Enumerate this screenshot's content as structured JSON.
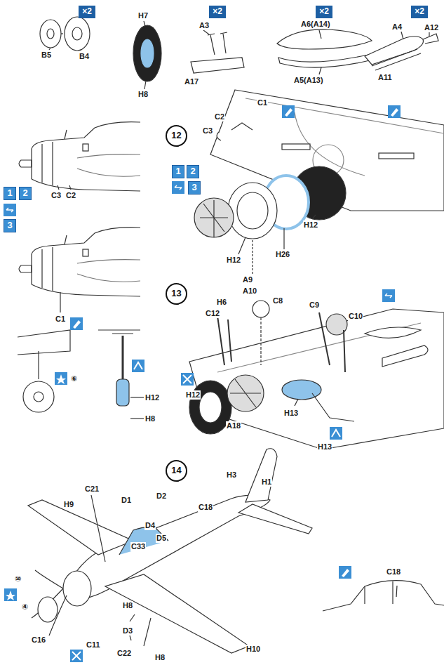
{
  "diagram": {
    "nodes": [
      {
        "text": [
          "×2"
        ]
      },
      {
        "text": [
          "×2"
        ]
      },
      {
        "text": [
          "×2"
        ]
      },
      {
        "text": [
          "×2"
        ]
      },
      {
        "text": [
          "1"
        ]
      },
      {
        "text": [
          "2"
        ]
      },
      {
        "text": [
          "3"
        ]
      },
      {
        "text": [
          "12"
        ]
      },
      {
        "text": [
          "1"
        ]
      },
      {
        "text": [
          "2"
        ]
      },
      {
        "text": [
          "3"
        ]
      },
      {
        "text": [
          "13"
        ]
      },
      {
        "text": [
          "14"
        ]
      }
    ],
    "labels": [
      "B5",
      "B4",
      "H7",
      "H8",
      "A3",
      "A17",
      "A6(A14)",
      "A5(A13)",
      "A4",
      "A12",
      "A11",
      "C2",
      "C3",
      "C1",
      "H12",
      "H26",
      "H12",
      "A9",
      "A10",
      "C3",
      "C2",
      "C1",
      "⑥",
      "H12",
      "H8",
      "C12",
      "H6",
      "C8",
      "C9",
      "C10",
      "H12",
      "A18",
      "H13",
      "H13",
      "C21",
      "D1",
      "D2",
      "H3",
      "C18",
      "H1",
      "H9",
      "D4",
      "D5",
      "C33",
      "⑩",
      "④",
      "C16",
      "C11",
      "H8",
      "D3",
      "C22",
      "H8",
      "H10",
      "C18"
    ]
  }
}
